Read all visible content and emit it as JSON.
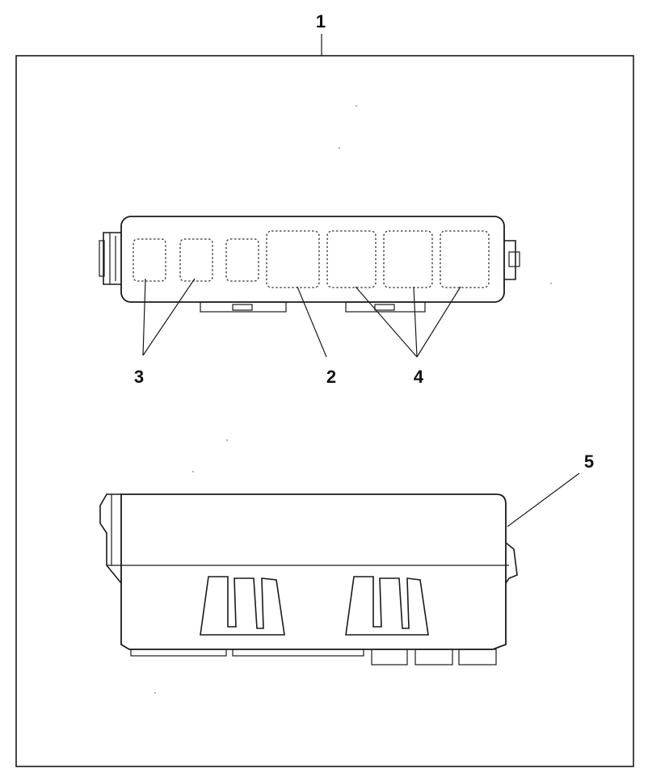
{
  "callouts": {
    "c1": "1",
    "c2": "2",
    "c3": "3",
    "c4": "4",
    "c5": "5"
  },
  "colors": {
    "ink": "#1a1a1a",
    "paper": "#ffffff"
  }
}
